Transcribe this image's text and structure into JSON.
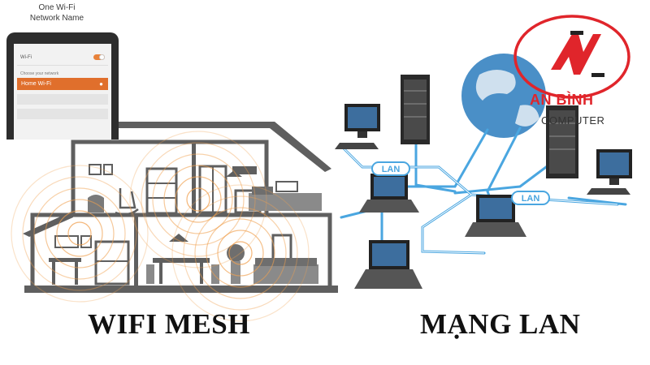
{
  "phone": {
    "caption_line1": "One Wi-Fi",
    "caption_line2": "Network Name",
    "wifi_label": "Wi-Fi",
    "choose_label": "Choose your network",
    "network_label": "Home Wi-Fi"
  },
  "captions": {
    "left": "WIFI MESH",
    "right": "MẠNG LAN"
  },
  "lan_tags": [
    "LAN",
    "LAN"
  ],
  "brand": {
    "name": "AN BÌNH",
    "sub": "COMPUTER",
    "color": "#e0252b"
  },
  "colors": {
    "house": "#5f5f5f",
    "mesh_ring": "#f0a150",
    "lan_line": "#4aa6e0",
    "brand_red": "#e0252b"
  }
}
